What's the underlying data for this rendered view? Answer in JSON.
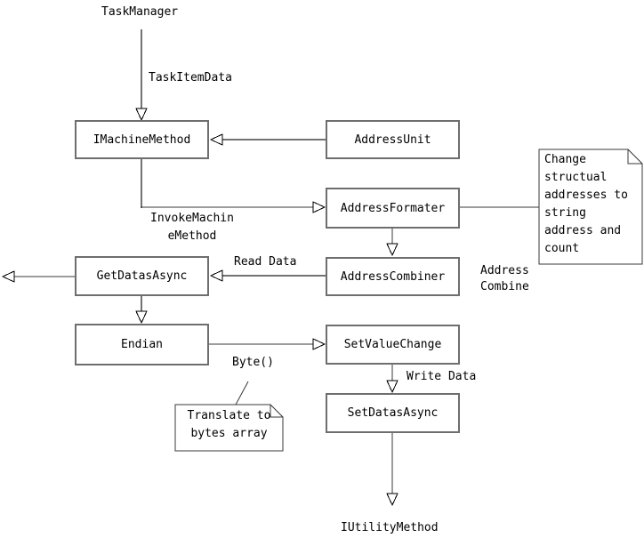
{
  "diagram": {
    "type": "flow-diagram",
    "colors": {
      "background": "#ffffff",
      "box_border": "#6e6e6e",
      "connector_gray": "#737373",
      "connector_dark": "#3a3a3a",
      "text": "#000000"
    },
    "boxes": [
      {
        "label": "IMachineMethod"
      },
      {
        "label": "AddressUnit"
      },
      {
        "label": "AddressFormater"
      },
      {
        "label": "AddressCombiner"
      },
      {
        "label": "GetDatasAsync"
      },
      {
        "label": "Endian"
      },
      {
        "label": "SetValueChange"
      },
      {
        "label": "SetDatasAsync"
      }
    ],
    "notes": [
      {
        "text": "Change\nstructual\naddresses to\nstring\naddress and\ncount"
      },
      {
        "text": "Translate to\nbytes array"
      }
    ],
    "labels": {
      "task_manager": "TaskManager",
      "task_item_data": "TaskItemData",
      "invoke_machine_method": "InvokeMachin\neMethod",
      "read_data": "Read Data",
      "address_combine": "Address\nCombine",
      "byte": "Byte()",
      "write_data": "Write Data",
      "iutility_method": "IUtilityMethod"
    }
  }
}
